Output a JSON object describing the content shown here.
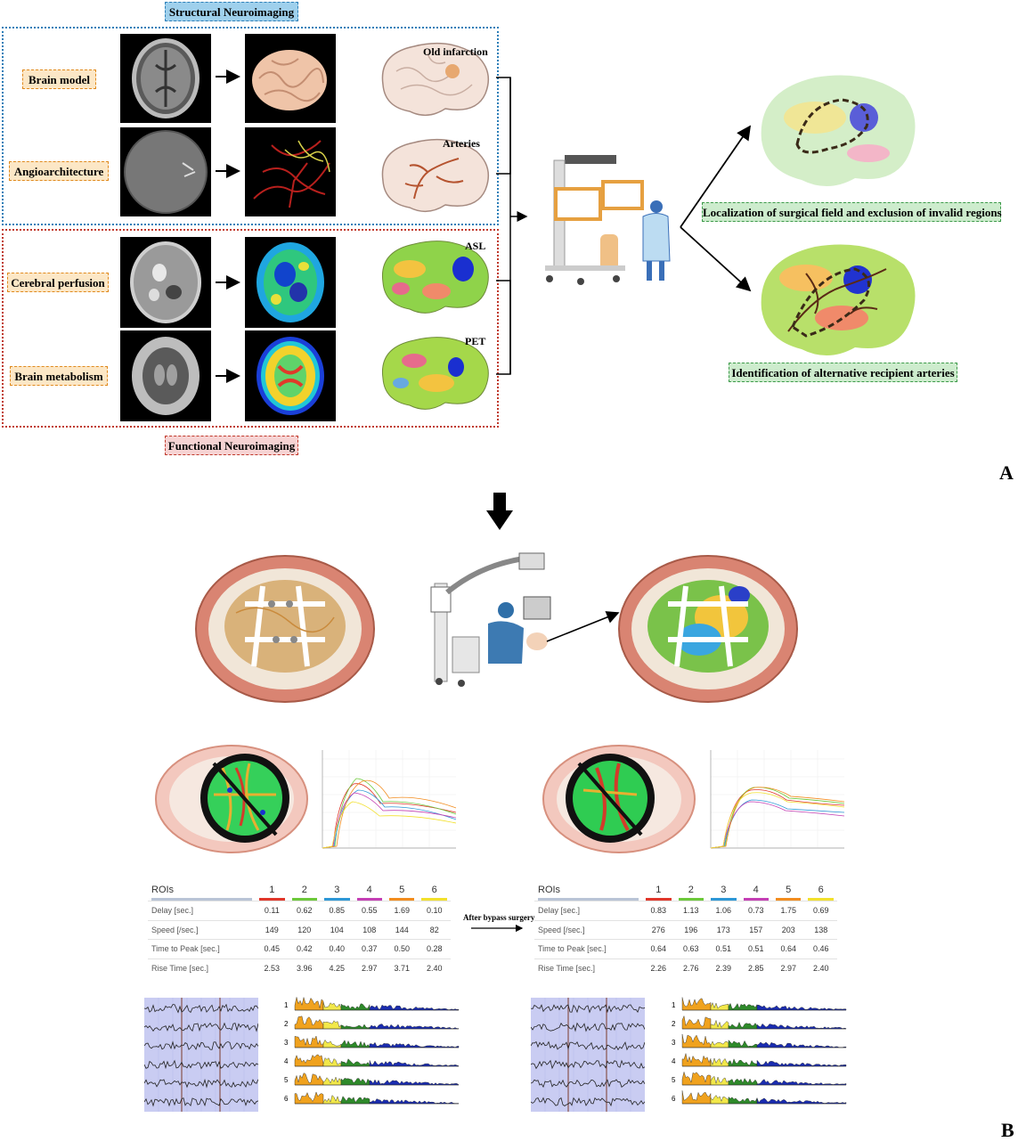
{
  "panel_a": {
    "letter": "A",
    "structural_title": "Structural Neuroimaging",
    "functional_title": "Functional Neuroimaging",
    "rows": [
      {
        "label": "Brain model",
        "annotation": "Old infarction"
      },
      {
        "label": "Angioarchitecture",
        "annotation": "Arteries"
      },
      {
        "label": "Cerebral perfusion",
        "annotation": "ASL"
      },
      {
        "label": "Brain metabolism",
        "annotation": "PET"
      }
    ],
    "outcome_top": "Localization of surgical field and exclusion of invalid regions",
    "outcome_bottom": "Identification of alternative recipient arteries"
  },
  "panel_b": {
    "letter": "B",
    "transition_label": "After bypass surgery",
    "table_columns": [
      "ROIs",
      "1",
      "2",
      "3",
      "4",
      "5",
      "6"
    ],
    "column_colors": [
      "#b9c4d6",
      "#e0362a",
      "#6cc83a",
      "#2d97d6",
      "#c43fb4",
      "#f28c1e",
      "#f2e02c"
    ],
    "before_table": [
      {
        "metric": "Delay [sec.]",
        "values": [
          "0.11",
          "0.62",
          "0.85",
          "0.55",
          "1.69",
          "0.10"
        ]
      },
      {
        "metric": "Speed [/sec.]",
        "values": [
          "149",
          "120",
          "104",
          "108",
          "144",
          "82"
        ]
      },
      {
        "metric": "Time to Peak [sec.]",
        "values": [
          "0.45",
          "0.42",
          "0.40",
          "0.37",
          "0.50",
          "0.28"
        ]
      },
      {
        "metric": "Rise Time [sec.]",
        "values": [
          "2.53",
          "3.96",
          "4.25",
          "2.97",
          "3.71",
          "2.40"
        ]
      }
    ],
    "after_table": [
      {
        "metric": "Delay [sec.]",
        "values": [
          "0.83",
          "1.13",
          "1.06",
          "0.73",
          "1.75",
          "0.69"
        ]
      },
      {
        "metric": "Speed [/sec.]",
        "values": [
          "276",
          "196",
          "173",
          "157",
          "203",
          "138"
        ]
      },
      {
        "metric": "Time to Peak [sec.]",
        "values": [
          "0.64",
          "0.63",
          "0.51",
          "0.51",
          "0.64",
          "0.46"
        ]
      },
      {
        "metric": "Rise Time [sec.]",
        "values": [
          "2.26",
          "2.76",
          "2.39",
          "2.85",
          "2.97",
          "2.40"
        ]
      }
    ],
    "spectrum_labels": [
      "1",
      "2",
      "3",
      "4",
      "5",
      "6"
    ]
  }
}
